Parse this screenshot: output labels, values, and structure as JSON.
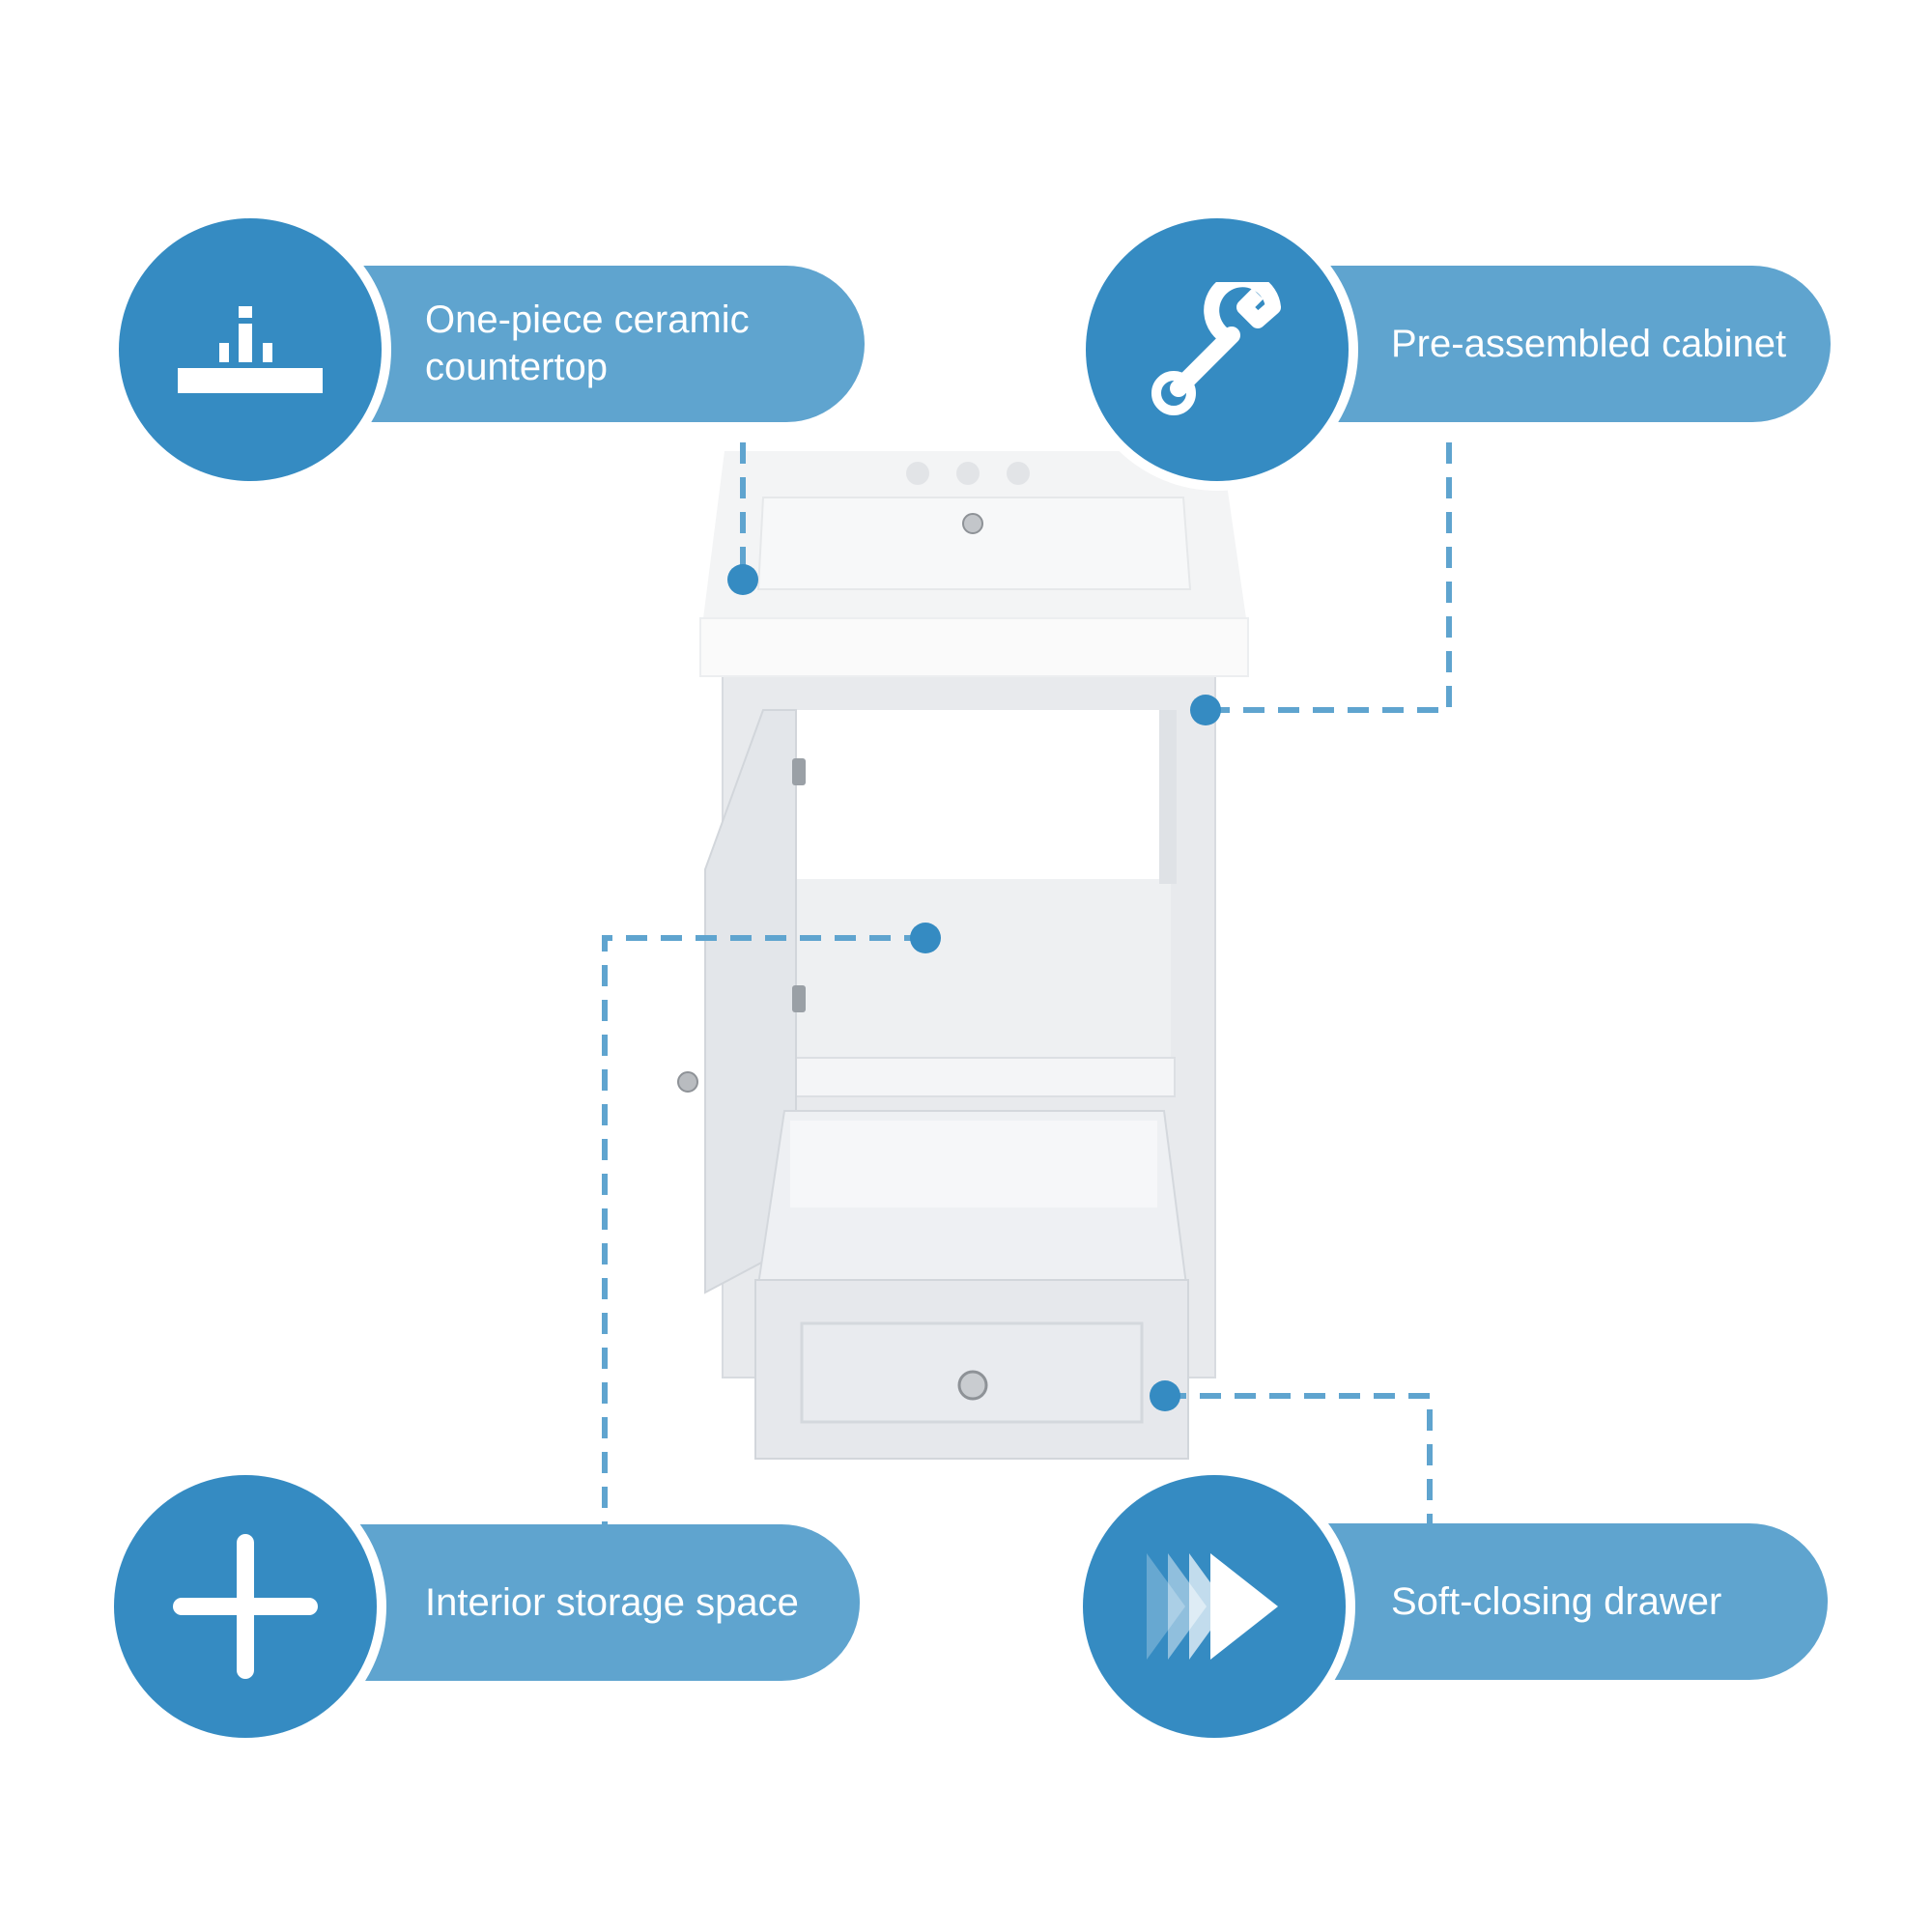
{
  "colors": {
    "circle": "#358bc2",
    "pill": "#5fa4cf",
    "callout_line": "#5fa4cf",
    "callout_dot": "#358bc2",
    "cabinet": "#e9ebee",
    "ceramic": "#fafafa"
  },
  "features": [
    {
      "label": "One-piece ceramic countertop",
      "icon": "countertop-icon"
    },
    {
      "label": "Pre-assembled cabinet",
      "icon": "wrench-icon"
    },
    {
      "label": "Interior storage space",
      "icon": "plus-icon"
    },
    {
      "label": "Soft-closing drawer",
      "icon": "soft-close-arrows-icon"
    }
  ]
}
